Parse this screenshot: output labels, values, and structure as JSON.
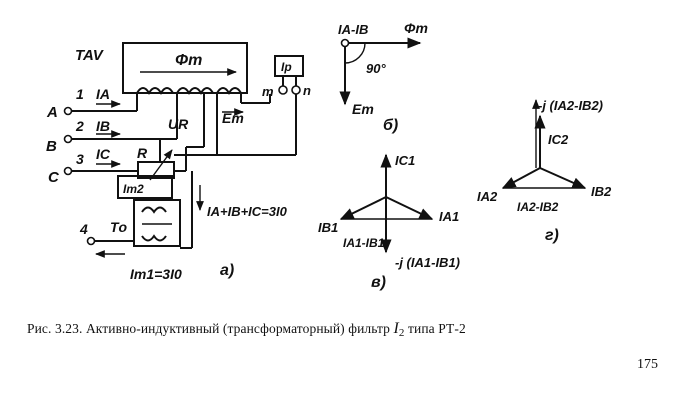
{
  "caption": {
    "prefix": "Рис. 3.23. Активно-индуктивный (трансформаторный) фильтр",
    "symbol": "I",
    "subscript": "2",
    "suffix": "типа РТ-2"
  },
  "page_number": "175",
  "diagram_a": {
    "device": "TAV",
    "flux": "Φт",
    "emf": "Eт",
    "relay": "Iр",
    "terminal_m": "m",
    "terminal_n": "n",
    "phase_a": "A",
    "phase_b": "B",
    "phase_c": "C",
    "num_1": "1",
    "num_2": "2",
    "num_3": "3",
    "num_4": "4",
    "current_a": "IA",
    "current_b": "IB",
    "current_c": "IC",
    "voltage_r": "UR",
    "resistor": "R",
    "it2": "Iт2",
    "t0": "Tо",
    "sum_eq": "IA+IB+IC=3I0",
    "it1_eq": "Iт1=3I0",
    "label": "а)"
  },
  "diagram_b": {
    "diff": "IA-IB",
    "flux": "Φт",
    "angle": "90°",
    "emf": "Eт",
    "label": "б)"
  },
  "diagram_v": {
    "ic1": "IC1",
    "ib1": "IB1",
    "ia1": "IA1",
    "diff": "IA1-IB1",
    "rot": "-j (IA1-IB1)",
    "label": "в)"
  },
  "diagram_g": {
    "rot": "-j (IA2-IB2)",
    "ic2": "IC2",
    "ia2": "IA2",
    "ib2": "IB2",
    "diff": "IA2-IB2",
    "label": "г)"
  }
}
